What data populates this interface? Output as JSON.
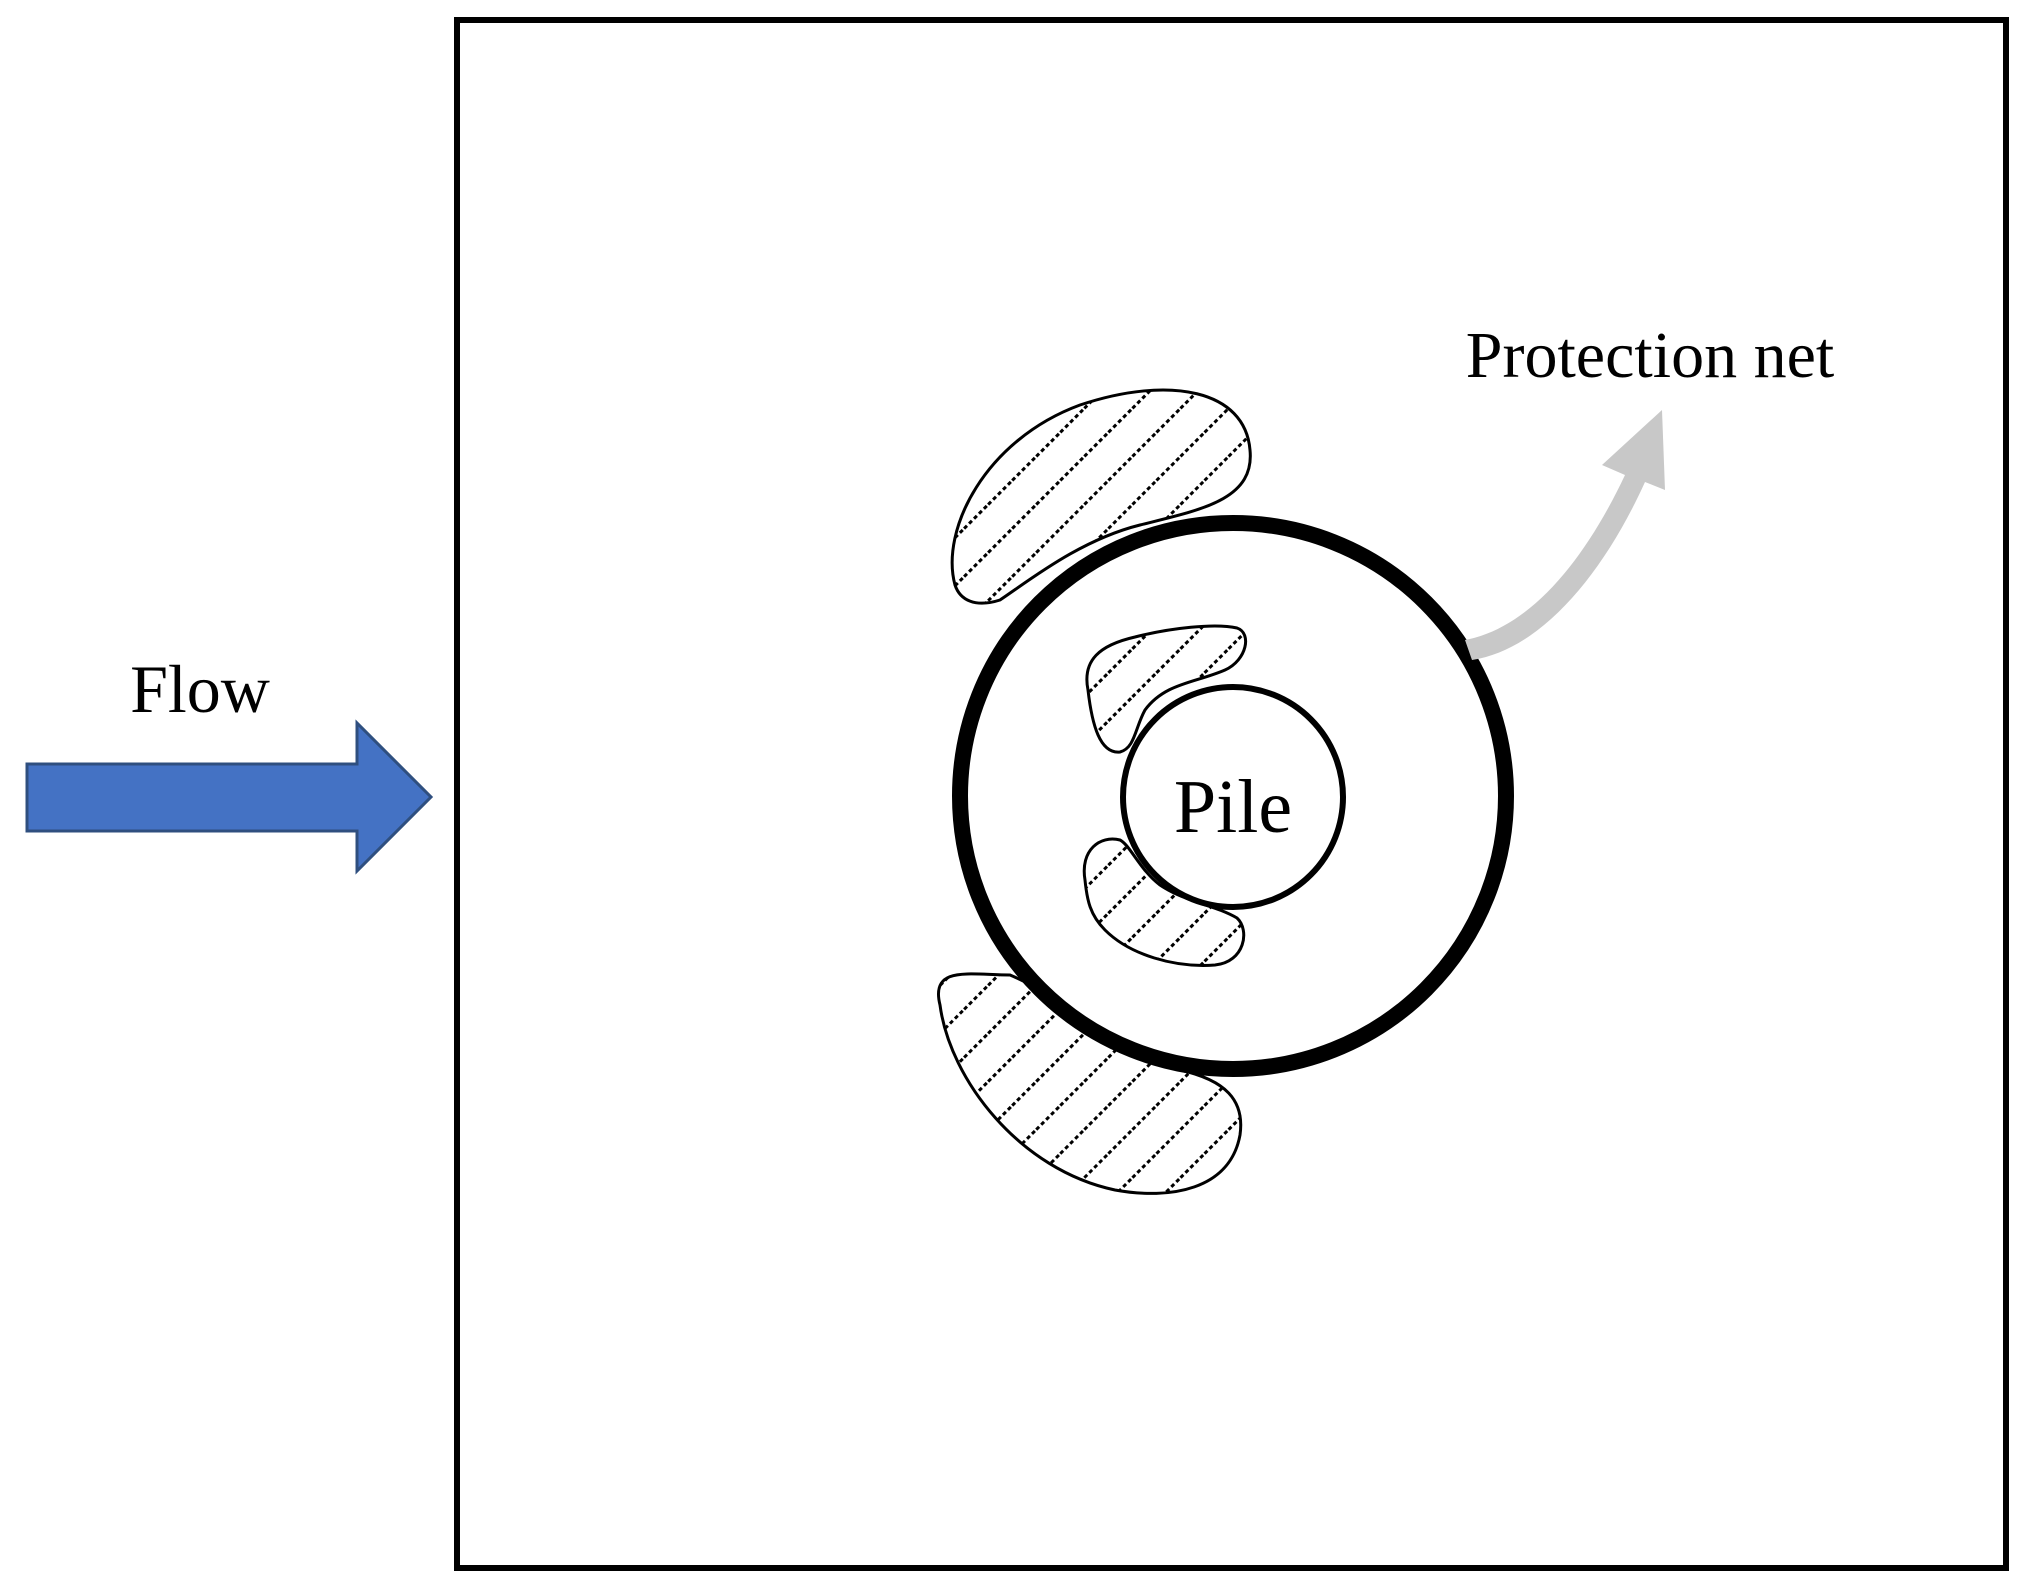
{
  "labels": {
    "flow": "Flow",
    "pile": "Pile",
    "protection_net": "Protection net"
  },
  "colors": {
    "flow_arrow_fill": "#4472C4",
    "flow_arrow_stroke": "#2F4F7F",
    "pointer_arrow": "#C8C8C8",
    "outline": "#000000",
    "background": "#FFFFFF"
  },
  "icons": {
    "flow_arrow": "right-arrow",
    "pointer_arrow": "curved-arrow-up-right",
    "scour_zone_fill": "diagonal-hatch"
  }
}
